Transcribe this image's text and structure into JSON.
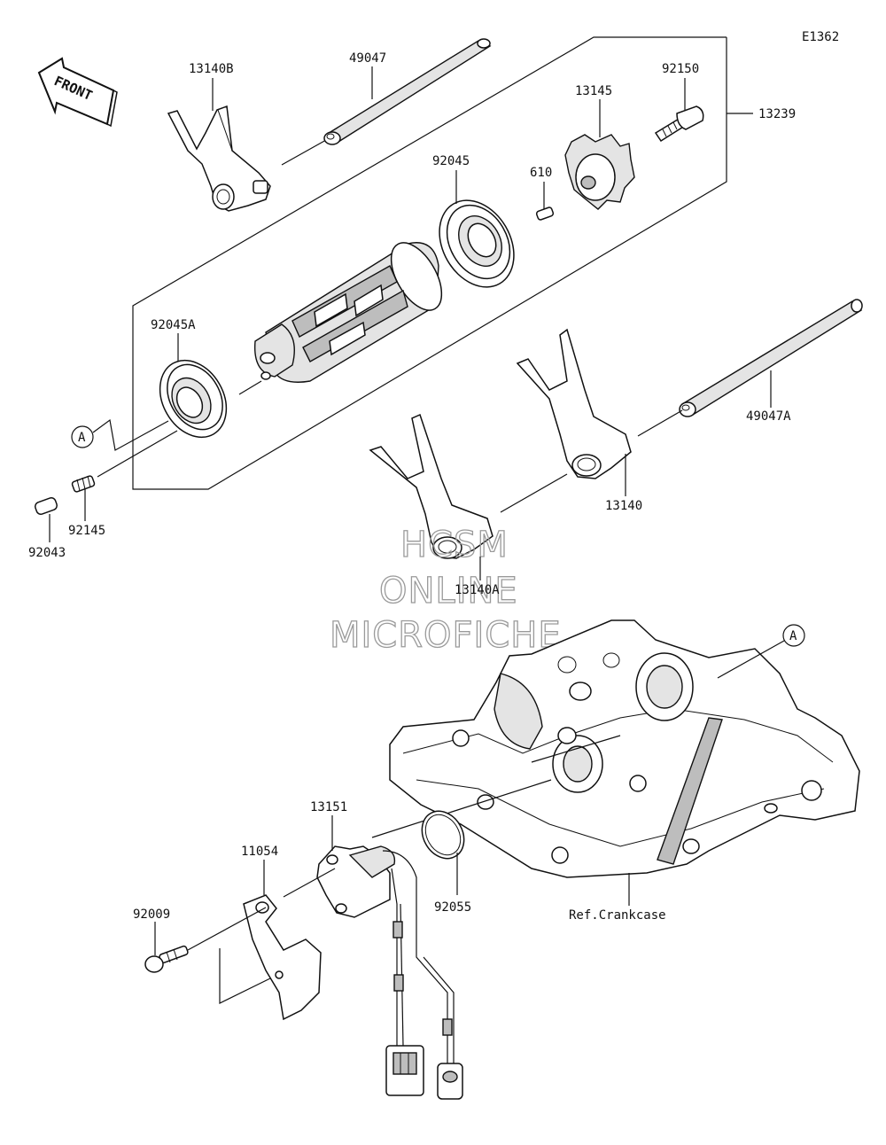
{
  "diagram": {
    "code": "E1362",
    "front_label": "FRONT",
    "watermark": [
      "HCSM",
      "ONLINE",
      "MICROFICHE"
    ],
    "parts": [
      {
        "id": "13140B",
        "label": "13140B"
      },
      {
        "id": "49047",
        "label": "49047"
      },
      {
        "id": "92150",
        "label": "92150"
      },
      {
        "id": "13145",
        "label": "13145"
      },
      {
        "id": "13239",
        "label": "13239"
      },
      {
        "id": "92045",
        "label": "92045"
      },
      {
        "id": "610",
        "label": "610"
      },
      {
        "id": "92045A",
        "label": "92045A"
      },
      {
        "id": "49047A",
        "label": "49047A"
      },
      {
        "id": "13140",
        "label": "13140"
      },
      {
        "id": "13140A",
        "label": "13140A"
      },
      {
        "id": "92145",
        "label": "92145"
      },
      {
        "id": "92043",
        "label": "92043"
      },
      {
        "id": "13151",
        "label": "13151"
      },
      {
        "id": "11054",
        "label": "11054"
      },
      {
        "id": "92009",
        "label": "92009"
      },
      {
        "id": "92055",
        "label": "92055"
      }
    ],
    "reference_label": "Ref.Crankcase",
    "callout_letter": "A"
  }
}
